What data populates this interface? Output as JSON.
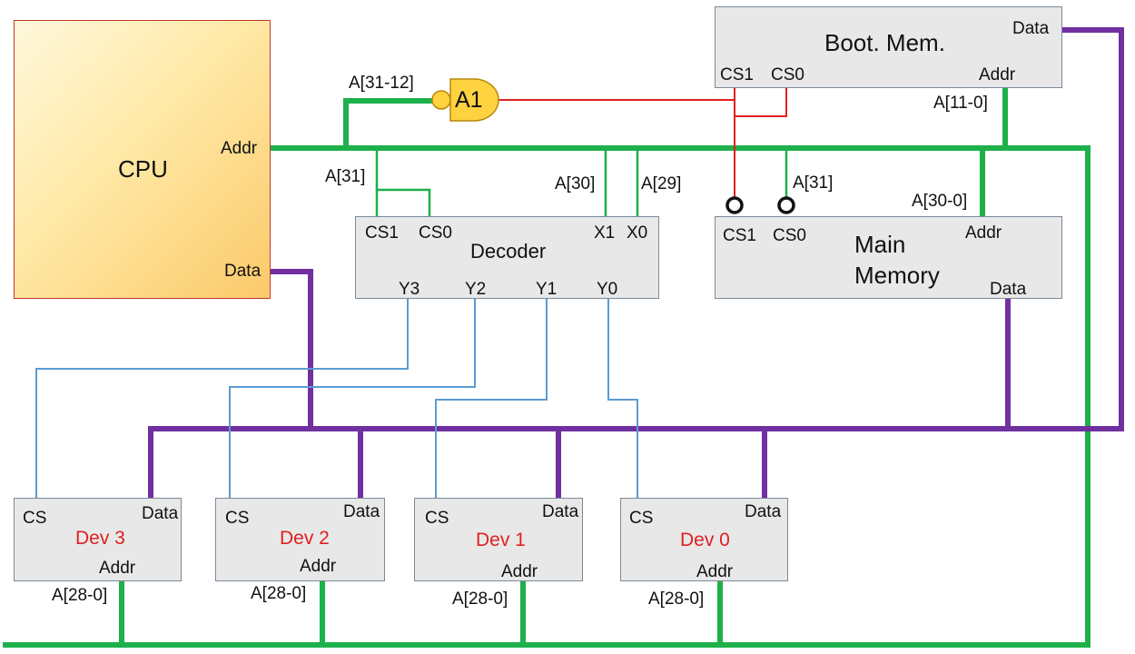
{
  "cpu": {
    "title": "CPU",
    "addr": "Addr",
    "data": "Data"
  },
  "gate": {
    "label": "A1",
    "input_label": "A[31-12]"
  },
  "boot_mem": {
    "title": "Boot. Mem.",
    "data": "Data",
    "addr": "Addr",
    "cs1": "CS1",
    "cs0": "CS0",
    "addr_bus": "A[11-0]"
  },
  "decoder": {
    "title": "Decoder",
    "cs1": "CS1",
    "cs0": "CS0",
    "x1": "X1",
    "x0": "X0",
    "y3": "Y3",
    "y2": "Y2",
    "y1": "Y1",
    "y0": "Y0",
    "cs_input": "A[31]",
    "x1_input": "A[30]",
    "x0_input": "A[29]"
  },
  "main_mem": {
    "title_line1": "Main",
    "title_line2": "Memory",
    "cs1": "CS1",
    "cs0": "CS0",
    "addr": "Addr",
    "data": "Data",
    "cs0_input": "A[31]",
    "addr_bus": "A[30-0]"
  },
  "devices": [
    {
      "name": "Dev 3",
      "cs": "CS",
      "data": "Data",
      "addr": "Addr",
      "addr_bus": "A[28-0]"
    },
    {
      "name": "Dev 2",
      "cs": "CS",
      "data": "Data",
      "addr": "Addr",
      "addr_bus": "A[28-0]"
    },
    {
      "name": "Dev 1",
      "cs": "CS",
      "data": "Data",
      "addr": "Addr",
      "addr_bus": "A[28-0]"
    },
    {
      "name": "Dev 0",
      "cs": "CS",
      "data": "Data",
      "addr": "Addr",
      "addr_bus": "A[28-0]"
    }
  ],
  "colors": {
    "address_bus": "#1db04b",
    "data_bus": "#7030a0",
    "select_line": "#5b9bd5",
    "enable_line": "#e02020",
    "gate_fill": "#ffd23f",
    "box_fill": "#e8e8e8"
  }
}
